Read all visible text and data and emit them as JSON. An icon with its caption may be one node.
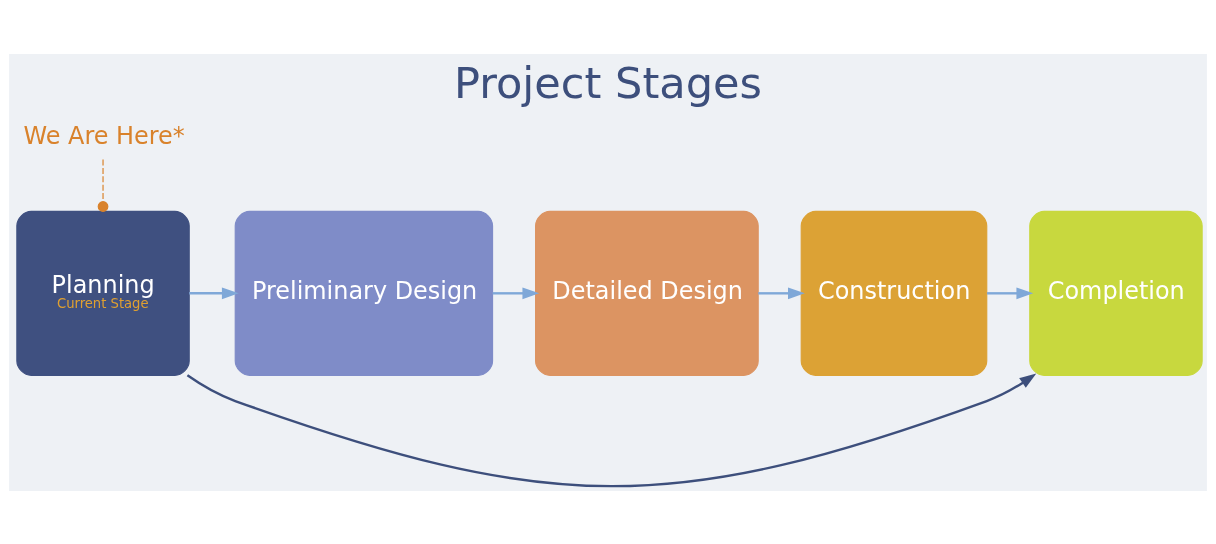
{
  "diagram": {
    "title": "Project Stages",
    "nodes": [
      {
        "text": [
          "Planning",
          "Current Stage"
        ]
      },
      {
        "text": [
          "Preliminary Design"
        ]
      },
      {
        "text": [
          "Detailed Design"
        ]
      },
      {
        "text": [
          "Construction"
        ]
      },
      {
        "text": [
          "Completion"
        ]
      },
      {
        "text": [
          "We Are Here*"
        ]
      }
    ],
    "edges": [
      {
        "from": 0,
        "to": 1,
        "arrow": "to"
      },
      {
        "from": 1,
        "to": 2,
        "arrow": "to"
      },
      {
        "from": 2,
        "to": 3,
        "arrow": "to"
      },
      {
        "from": 3,
        "to": 4,
        "arrow": "to"
      },
      {
        "from": 0,
        "to": 4,
        "arrow": "to",
        "color": "#3d4f7c"
      },
      {
        "from": 5,
        "to": 0,
        "arrow": "other",
        "style": "dashed",
        "color": "#d9822b"
      }
    ]
  }
}
